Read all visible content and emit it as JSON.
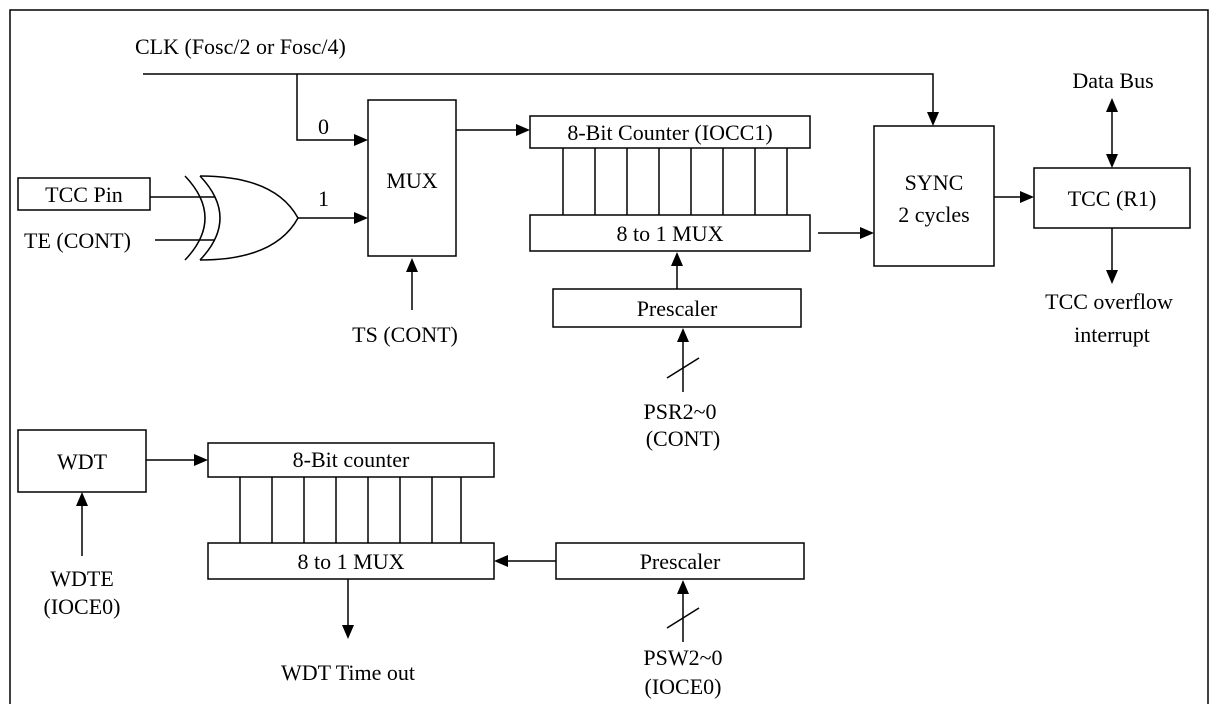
{
  "timer": {
    "clk_label": "CLK (Fosc/2 or Fosc/4)",
    "mux_input_0": "0",
    "mux_input_1": "1",
    "tcc_pin_label": "TCC Pin",
    "te_label": "TE (CONT)",
    "mux_label": "MUX",
    "ts_label": "TS (CONT)",
    "counter_label": "8-Bit Counter (IOCC1)",
    "mux8_label": "8 to 1 MUX",
    "prescaler_label": "Prescaler",
    "psr_label_line1": "PSR2~0",
    "psr_label_line2": "(CONT)",
    "sync_label_line1": "SYNC",
    "sync_label_line2": "2 cycles",
    "tcc_label": "TCC (R1)",
    "databus_label": "Data Bus",
    "overflow_line1": "TCC overflow",
    "overflow_line2": "interrupt"
  },
  "wdt": {
    "wdt_label": "WDT",
    "wdte_line1": "WDTE",
    "wdte_line2": "(IOCE0)",
    "counter_label": "8-Bit counter",
    "mux8_label": "8 to 1 MUX",
    "prescaler_label": "Prescaler",
    "psw_line1": "PSW2~0",
    "psw_line2": "(IOCE0)",
    "timeout_label": "WDT Time out"
  }
}
